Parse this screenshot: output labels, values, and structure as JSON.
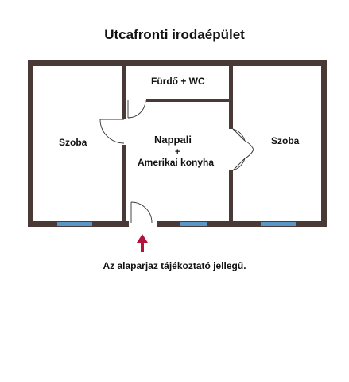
{
  "title": "Utcafronti irodaépület",
  "rooms": {
    "bath": "Fürdő + WC",
    "left_room": "Szoba",
    "living_line1": "Nappali",
    "living_line2": "+",
    "living_line3": "Amerikai konyha",
    "right_room": "Szoba"
  },
  "note": "Az alaparjaz tájékoztató jellegű.",
  "colors": {
    "wall": "#4a3a37",
    "window": "#5b97c4",
    "entrance_arrow": "#b3123a"
  }
}
